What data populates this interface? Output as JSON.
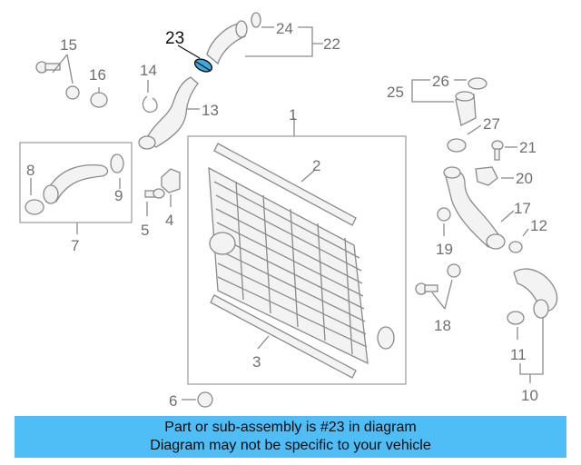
{
  "callouts": {
    "c1": "1",
    "c2": "2",
    "c3": "3",
    "c4": "4",
    "c5": "5",
    "c6": "6",
    "c7": "7",
    "c8": "8",
    "c9": "9",
    "c10": "10",
    "c11": "11",
    "c12": "12",
    "c13": "13",
    "c14": "14",
    "c15": "15",
    "c16": "16",
    "c17": "17",
    "c18": "18",
    "c19": "19",
    "c20": "20",
    "c21": "21",
    "c22": "22",
    "c23": "23",
    "c24": "24",
    "c25": "25",
    "c26": "26",
    "c27": "27"
  },
  "highlight": {
    "part_number": "23",
    "color": "#3aa9de"
  },
  "banner": {
    "line1": "Part or sub-assembly is #23 in diagram",
    "line2": "Diagram may not be specific to your vehicle",
    "color": "#4fbdf6"
  }
}
